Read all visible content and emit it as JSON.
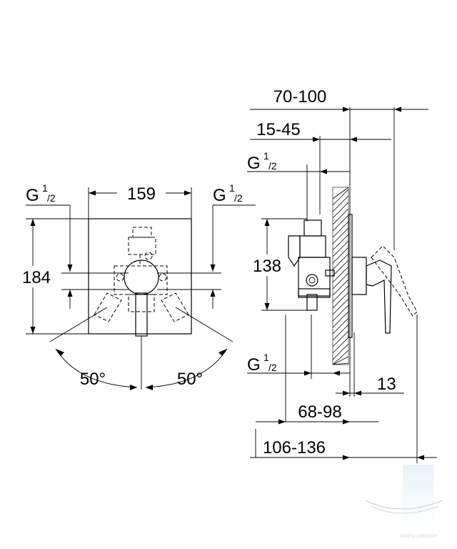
{
  "front_view": {
    "width_label": "159",
    "height_label": "184",
    "thread_left_main": "G",
    "thread_left_num": "1",
    "thread_left_den": "/2",
    "thread_right_main": "G",
    "thread_right_num": "1",
    "thread_right_den": "/2",
    "angle_left": "50°",
    "angle_right": "50°"
  },
  "side_view": {
    "depth_total_label": "70-100",
    "depth_inner_label": "15-45",
    "thread_top_main": "G",
    "thread_top_num": "1",
    "thread_top_den": "/2",
    "height_label": "138",
    "thread_bottom_main": "G",
    "thread_bottom_num": "1",
    "thread_bottom_den": "/2",
    "plate_label": "13",
    "body_depth_label": "68-98",
    "overall_depth_label": "106-136"
  },
  "watermark_text": "vannu pasaule"
}
